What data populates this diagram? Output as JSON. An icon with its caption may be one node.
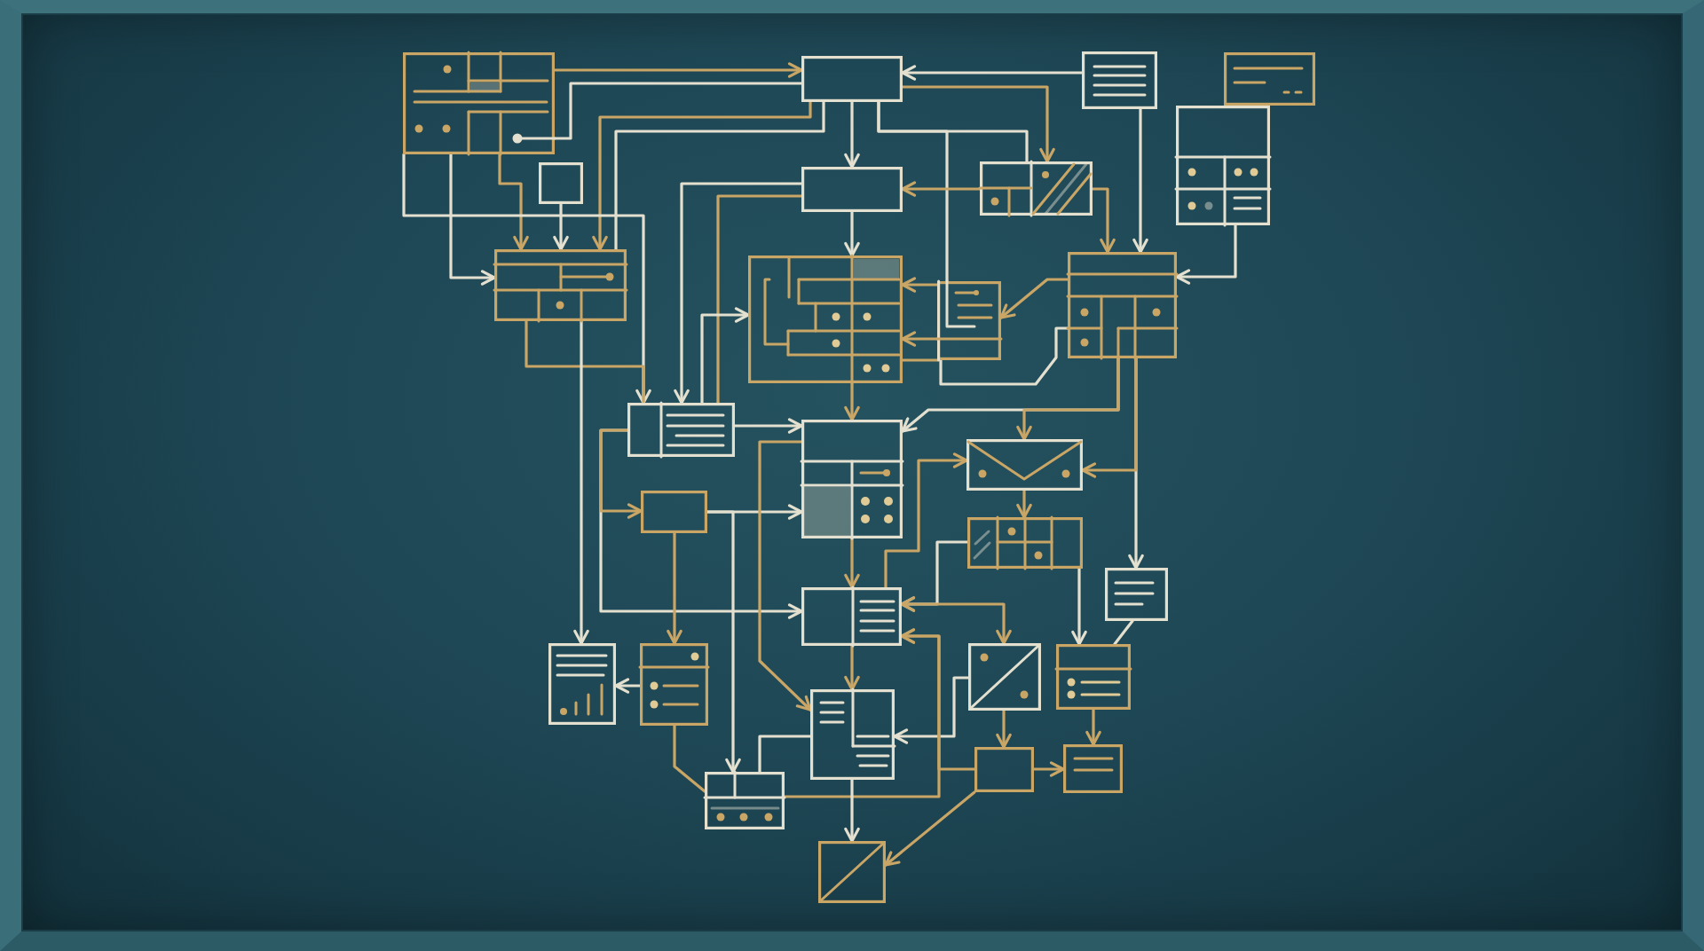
{
  "diagram": {
    "nodes": [
      {
        "text": [],
        "shape": "box"
      },
      {
        "text": [],
        "shape": "box"
      },
      {
        "text": [],
        "shape": "box"
      },
      {
        "text": [],
        "shape": "box"
      },
      {
        "text": [],
        "shape": "box"
      },
      {
        "text": [],
        "shape": "box"
      },
      {
        "text": [],
        "shape": "box"
      },
      {
        "text": [],
        "shape": "box"
      },
      {
        "text": [],
        "shape": "box"
      },
      {
        "text": [],
        "shape": "box"
      },
      {
        "text": [],
        "shape": "box"
      },
      {
        "text": [],
        "shape": "box"
      },
      {
        "text": [],
        "shape": "box"
      },
      {
        "text": [],
        "shape": "box"
      },
      {
        "text": [],
        "shape": "box"
      },
      {
        "text": [],
        "shape": "box"
      },
      {
        "text": [],
        "shape": "box"
      },
      {
        "text": [],
        "shape": "box"
      },
      {
        "text": [],
        "shape": "box"
      },
      {
        "text": [],
        "shape": "box"
      },
      {
        "text": [],
        "shape": "box"
      },
      {
        "text": [],
        "shape": "box"
      },
      {
        "text": [],
        "shape": "box"
      },
      {
        "text": [],
        "shape": "box"
      },
      {
        "text": [],
        "shape": "box"
      },
      {
        "text": [],
        "shape": "box"
      },
      {
        "text": [],
        "shape": "box"
      },
      {
        "text": [],
        "shape": "box"
      }
    ],
    "edges": [
      {
        "from": 0,
        "to": 1,
        "arrow": "to"
      },
      {
        "from": 0,
        "to": 1,
        "arrow": "none",
        "color": "#e4e0d0"
      },
      {
        "from": 2,
        "to": 1,
        "arrow": "to",
        "color": "#e4e0d0"
      },
      {
        "from": 1,
        "to": 7,
        "arrow": "to"
      },
      {
        "from": 1,
        "to": 7,
        "arrow": "none",
        "color": "#e4e0d0"
      },
      {
        "from": 1,
        "to": 10,
        "arrow": "none",
        "color": "#e4e0d0"
      },
      {
        "from": 1,
        "to": 6,
        "arrow": "to",
        "color": "#e4e0d0"
      },
      {
        "from": 1,
        "to": 8,
        "arrow": "to"
      },
      {
        "from": 1,
        "to": 8,
        "arrow": "none",
        "color": "#e4e0d0"
      },
      {
        "from": 7,
        "to": 6,
        "arrow": "to"
      },
      {
        "from": 7,
        "to": 11,
        "arrow": "to"
      },
      {
        "from": 2,
        "to": 11,
        "arrow": "to",
        "color": "#e4e0d0"
      },
      {
        "from": 4,
        "to": 11,
        "arrow": "to",
        "color": "#e4e0d0"
      },
      {
        "from": 0,
        "to": 8,
        "arrow": "to"
      },
      {
        "from": 5,
        "to": 8,
        "arrow": "to",
        "color": "#e4e0d0"
      },
      {
        "from": 0,
        "to": 8,
        "arrow": "to",
        "color": "#e4e0d0"
      },
      {
        "from": 0,
        "to": 12,
        "arrow": "to",
        "color": "#e4e0d0"
      },
      {
        "from": 6,
        "to": 12,
        "arrow": "to",
        "color": "#e4e0d0"
      },
      {
        "from": 6,
        "to": 12,
        "arrow": "none"
      },
      {
        "from": 8,
        "to": 12,
        "arrow": "none"
      },
      {
        "from": 8,
        "to": 19,
        "arrow": "to",
        "color": "#e4e0d0"
      },
      {
        "from": 6,
        "to": 9,
        "arrow": "to",
        "color": "#e4e0d0"
      },
      {
        "from": 12,
        "to": 9,
        "arrow": "to",
        "color": "#e4e0d0"
      },
      {
        "from": 10,
        "to": 9,
        "arrow": "to"
      },
      {
        "from": 10,
        "to": 9,
        "arrow": "to"
      },
      {
        "from": 9,
        "to": 10,
        "arrow": "none"
      },
      {
        "from": 11,
        "to": 10,
        "arrow": "to"
      },
      {
        "from": 11,
        "to": 10,
        "arrow": "none",
        "color": "#e4e0d0"
      },
      {
        "from": 9,
        "to": 13,
        "arrow": "to"
      },
      {
        "from": 12,
        "to": 13,
        "arrow": "to",
        "color": "#e4e0d0"
      },
      {
        "from": 11,
        "to": 13,
        "arrow": "to",
        "color": "#e4e0d0"
      },
      {
        "from": 11,
        "to": 14,
        "arrow": "to"
      },
      {
        "from": 11,
        "to": 17,
        "arrow": "to",
        "color": "#e4e0d0"
      },
      {
        "from": 11,
        "to": 14,
        "arrow": "to"
      },
      {
        "from": 12,
        "to": 18,
        "arrow": "to",
        "color": "#e4e0d0"
      },
      {
        "from": 12,
        "to": 15,
        "arrow": "to"
      },
      {
        "from": 15,
        "to": 13,
        "arrow": "to",
        "color": "#e4e0d0"
      },
      {
        "from": 18,
        "to": 14,
        "arrow": "to"
      },
      {
        "from": 14,
        "to": 16,
        "arrow": "to"
      },
      {
        "from": 13,
        "to": 18,
        "arrow": "to"
      },
      {
        "from": 16,
        "to": 22,
        "arrow": "to",
        "color": "#e4e0d0"
      },
      {
        "from": 16,
        "to": 18,
        "arrow": "to",
        "color": "#e4e0d0"
      },
      {
        "from": 18,
        "to": 21,
        "arrow": "both"
      },
      {
        "from": 15,
        "to": 26,
        "arrow": "to",
        "color": "#e4e0d0"
      },
      {
        "from": 13,
        "to": 23,
        "arrow": "to"
      },
      {
        "from": 15,
        "to": 20,
        "arrow": "to"
      },
      {
        "from": 20,
        "to": 19,
        "arrow": "to",
        "color": "#e4e0d0"
      },
      {
        "from": 18,
        "to": 23,
        "arrow": "to"
      },
      {
        "from": 17,
        "to": 22,
        "arrow": "none",
        "color": "#e4e0d0"
      },
      {
        "from": 21,
        "to": 23,
        "arrow": "to",
        "color": "#e4e0d0"
      },
      {
        "from": 21,
        "to": 24,
        "arrow": "to"
      },
      {
        "from": 22,
        "to": 25,
        "arrow": "to"
      },
      {
        "from": 24,
        "to": 25,
        "arrow": "to"
      },
      {
        "from": 24,
        "to": 18,
        "arrow": "to"
      },
      {
        "from": 26,
        "to": 18,
        "arrow": "to"
      },
      {
        "from": 20,
        "to": 26,
        "arrow": "none"
      },
      {
        "from": 26,
        "to": 23,
        "arrow": "none",
        "color": "#e4e0d0"
      },
      {
        "from": 23,
        "to": 27,
        "arrow": "to",
        "color": "#e4e0d0"
      },
      {
        "from": 24,
        "to": 27,
        "arrow": "to"
      }
    ]
  }
}
